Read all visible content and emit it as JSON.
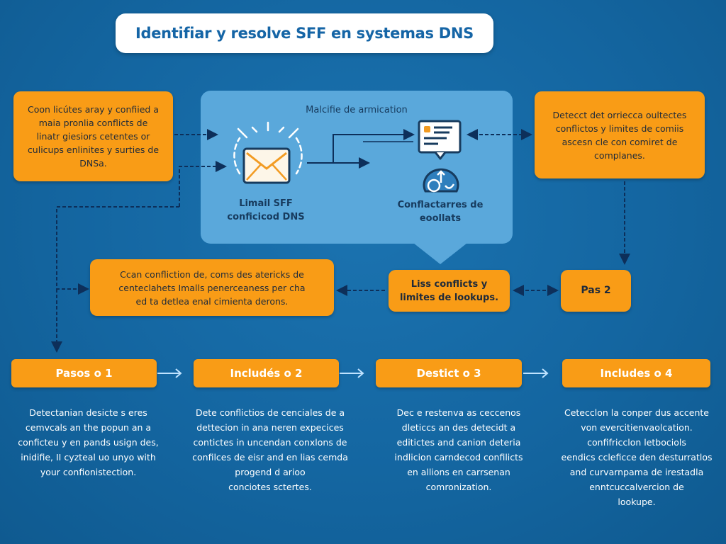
{
  "title": "Identifiar y resolve SFF en systemas DNS",
  "colors": {
    "background": "#1466a1",
    "box_orange": "#f99c16",
    "panel_blue": "#5aa8db",
    "connector": "#0d2f5a",
    "step_arrow": "#bfe3ff"
  },
  "top_left_box": {
    "lines": [
      "Coon licútes aray y confiied a",
      "maia pronlia conflicts de",
      "linatr giesiors cetentes or",
      "culicups enlinites y surties de",
      "DNSa."
    ]
  },
  "center_panel": {
    "title": "Malcifie de armication",
    "left_node": {
      "icon": "envelope-icon",
      "lines": [
        "Limail SFF",
        "conficicod DNS"
      ]
    },
    "right_node": {
      "icon_top": "document-chat-icon",
      "icon_bottom": "sync-circle-icon",
      "lines": [
        "Conflactarres de",
        "eoollats"
      ]
    }
  },
  "top_right_box": {
    "lines": [
      "Detecct det orriecca oultectes",
      "conflictos y limites de comiis",
      "ascesn cle con comiret de",
      "complanes."
    ]
  },
  "middle_left_box": {
    "lines": [
      "Ccan confliction de, coms des atericks de",
      "centeclahets Imalls penerceaness per cha",
      "ed ta detlea enal cimienta derons."
    ]
  },
  "middle_center_box": {
    "lines": [
      "Liss conflicts y",
      "limites de lookups."
    ]
  },
  "middle_right_box": {
    "label": "Pas 2"
  },
  "steps": [
    {
      "label": "Pasos o 1",
      "desc": [
        "Detectanian desicte s eres",
        "cemvcals an the popun an a",
        "conficteu y en pands usign des,",
        "inidifie, II cyzteal uo unyo with",
        "your confionistection."
      ]
    },
    {
      "label": "Includés o 2",
      "desc": [
        "Dete conflictios de cenciales de a",
        "dettecion in ana neren expecices",
        "contictes in uncendan conxlons de",
        "confilces de eisr and en lias cemda",
        "progend d arioo",
        "conciotes sctertes."
      ]
    },
    {
      "label": "Destict o 3",
      "desc": [
        "Dec e restenva as ceccenos",
        "dleticcs an des detecidt a",
        "editictes and canion deteria",
        "indlicion carndecod confilicts",
        "en allions en carrsenan",
        "comronization."
      ]
    },
    {
      "label": "Includes o 4",
      "desc": [
        "Cetecclon la conper dus accente",
        "von evercitienvaolcation.",
        "confifricclon letbociols",
        "eendics ccleficce den desturratlos",
        "and curvarnpama de irestadla",
        "enntcuccalvercion de",
        "lookupe."
      ]
    }
  ]
}
